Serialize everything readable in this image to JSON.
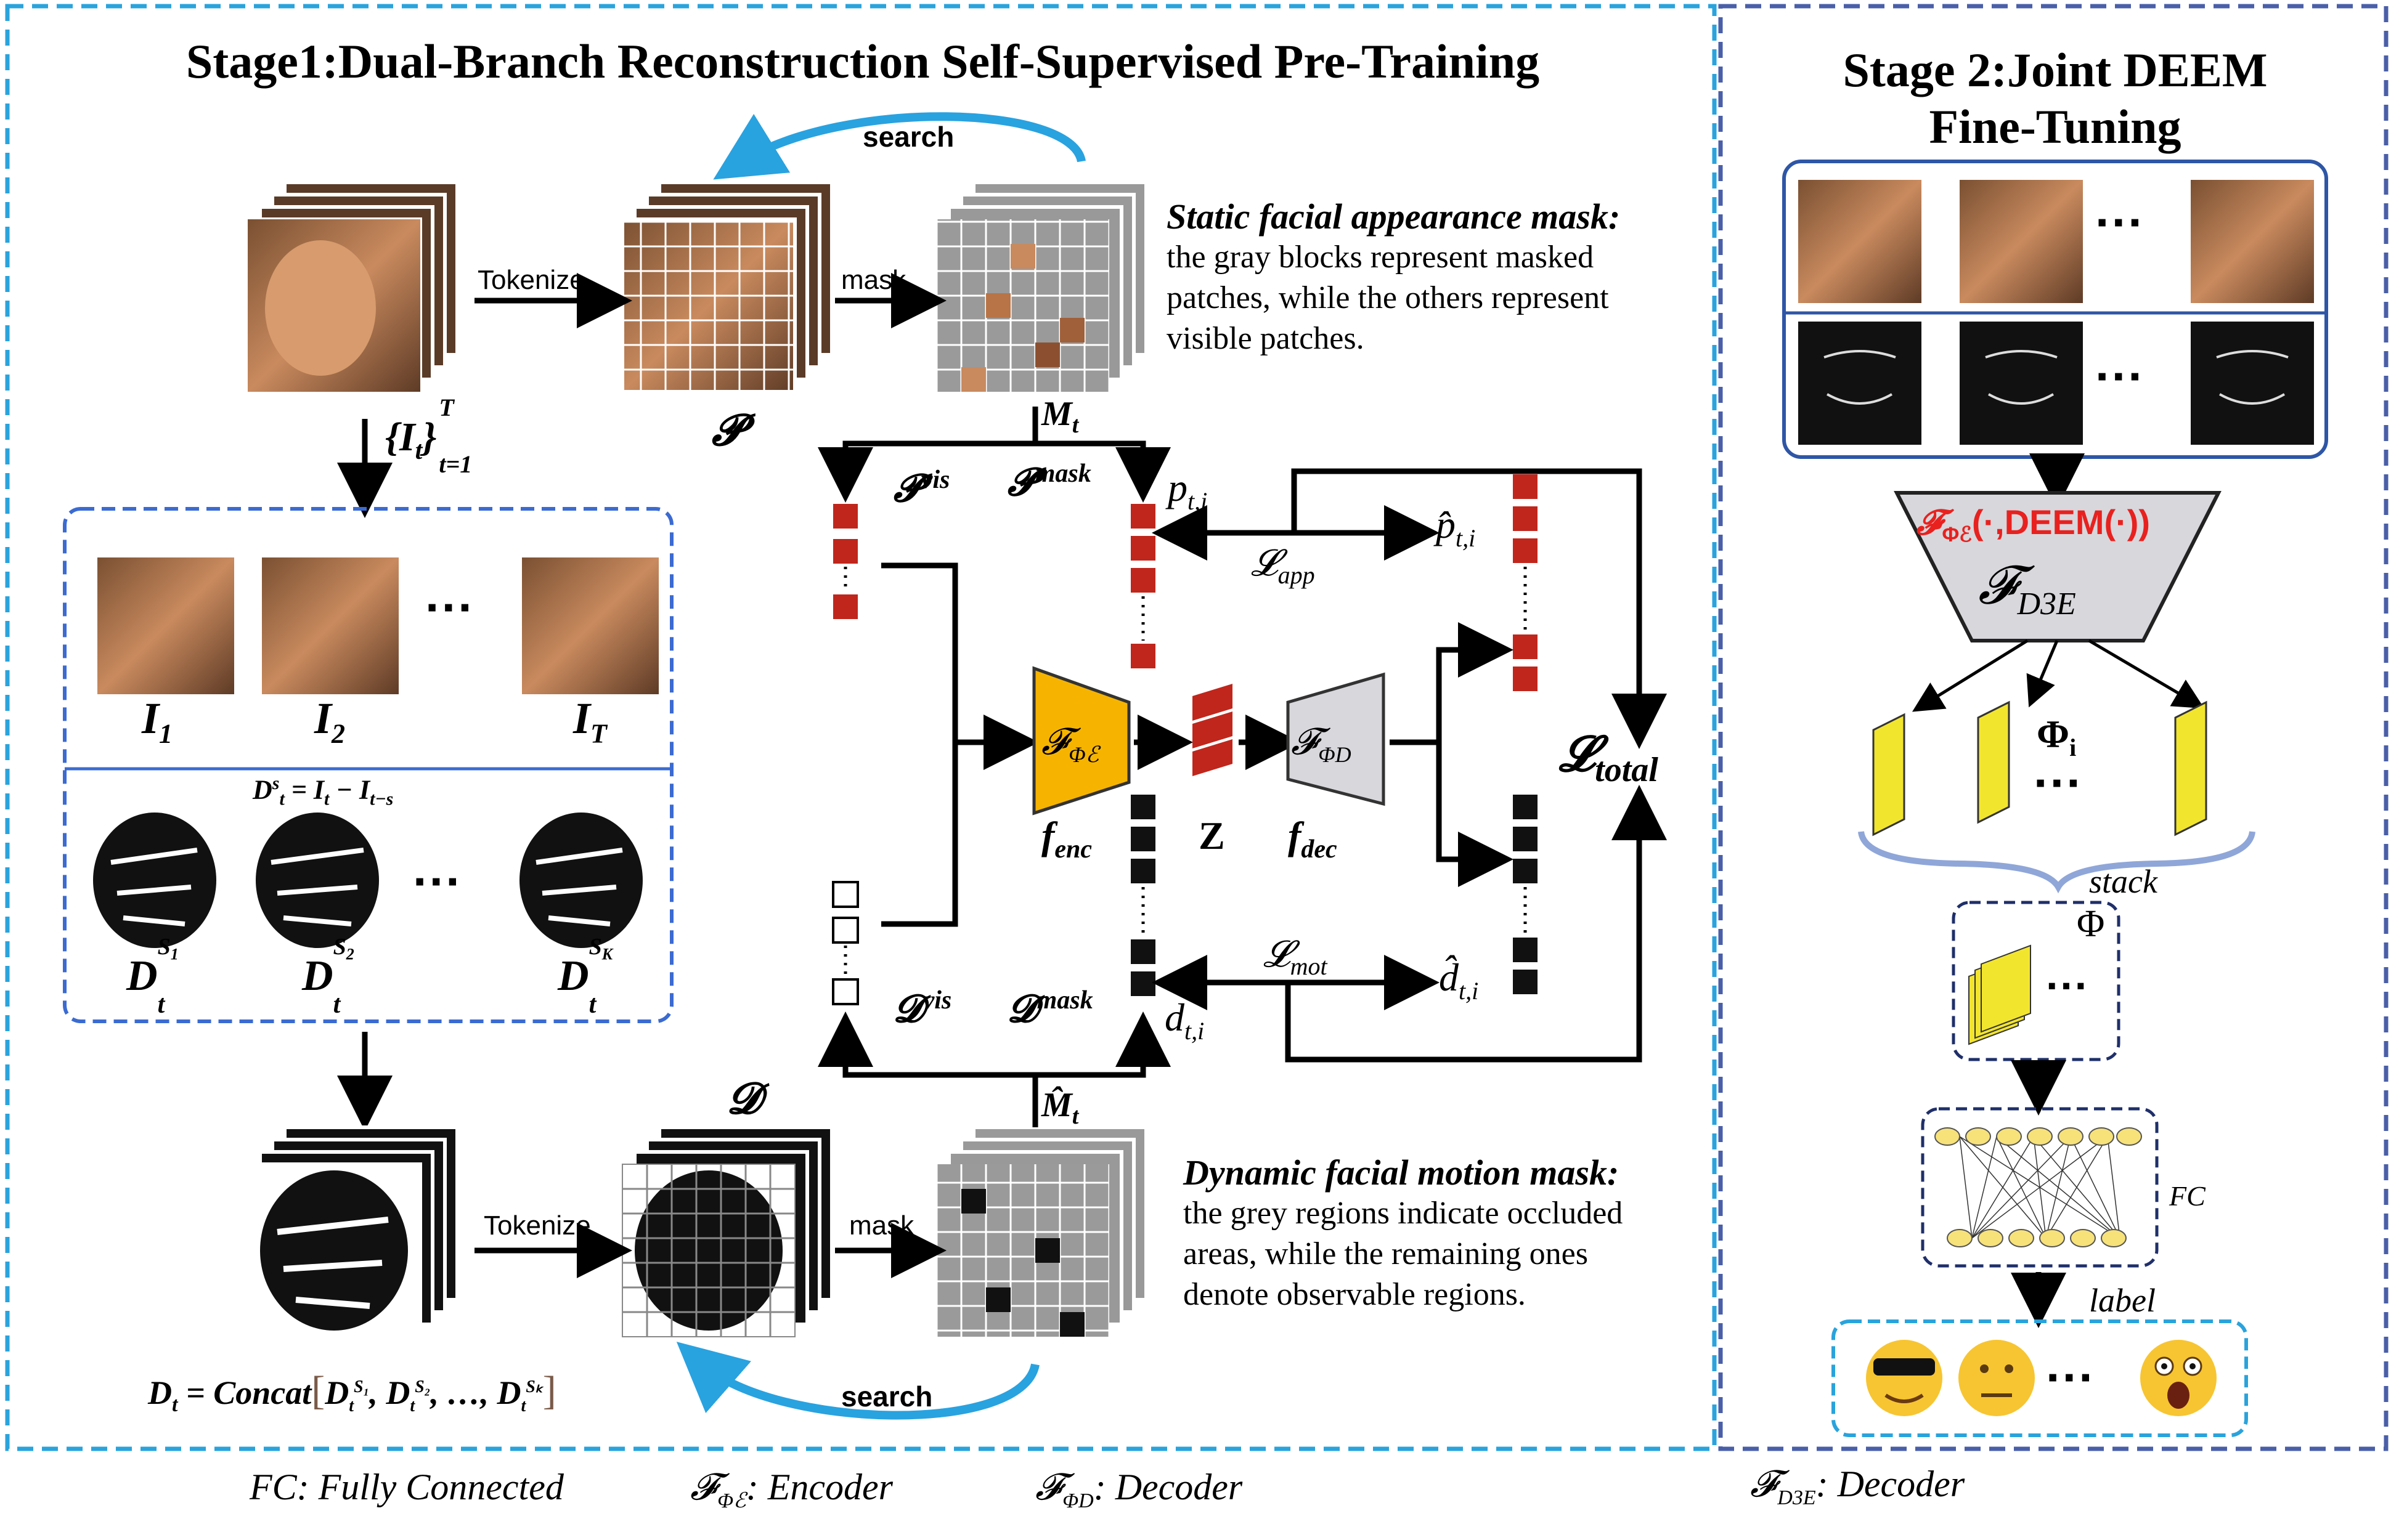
{
  "stage1": {
    "title": "Stage1:Dual-Branch Reconstruction Self-Supervised Pre-Training",
    "tokenize": "Tokenize",
    "mask": "mask",
    "search": "search",
    "frames_set": "{I",
    "frames_set_sub": "t",
    "frames_set_close": "}",
    "frames_set_sup": "T",
    "frames_set_range": "t=1",
    "P": "𝓟",
    "D": "𝓓",
    "Mt": "M",
    "Mt_sub": "t",
    "Mt_hat": "M̂",
    "frame_labels": [
      {
        "base": "I",
        "sub": "1"
      },
      {
        "base": "I",
        "sub": "2"
      },
      {
        "base": "I",
        "sub": "T"
      }
    ],
    "ellipsis": "···",
    "diff_formula": "D",
    "diff_formula_sup": "s",
    "diff_formula_sub": "t",
    "diff_formula_rest": "= I",
    "diff_formula_rest_sub1": "t",
    "diff_formula_minus": " − I",
    "diff_formula_rest_sub2": "t−s",
    "diff_labels": [
      {
        "base": "D",
        "sub": "t",
        "sup": "S",
        "supsub": "1"
      },
      {
        "base": "D",
        "sub": "t",
        "sup": "S",
        "supsub": "2"
      },
      {
        "base": "D",
        "sub": "t",
        "sup": "S",
        "supsub": "K"
      }
    ],
    "concat_prefix": "D",
    "concat_prefix_sub": "t",
    "concat_mid": " = Concat",
    "concat_args": "D",
    "concat_args_sub": "t",
    "concat_args_sup1": "S₁",
    "concat_args_sup2": "S₂",
    "concat_args_supK": "Sₖ",
    "concat_dots": ", …, ",
    "static_title": "Static facial appearance mask:",
    "static_desc": [
      "the gray blocks represent masked",
      "patches, while the others represent",
      "visible patches."
    ],
    "dynamic_title": "Dynamic facial motion mask:",
    "dynamic_desc": [
      "the grey regions indicate occluded",
      "areas, while the remaining ones",
      "denote observable regions."
    ],
    "P_vis": "𝓟",
    "P_vis_sup": "vis",
    "P_mask": "𝓟",
    "P_mask_sup": "mask",
    "D_vis": "𝓓",
    "D_vis_sup": "vis",
    "D_mask": "𝓓",
    "D_mask_sup": "mask",
    "p_ti": "p",
    "p_ti_sub": "t,i",
    "p_hat": "p̂",
    "p_hat_sub": "t,i",
    "d_ti": "d",
    "d_ti_sub": "t,i",
    "d_hat": "d̂",
    "d_hat_sub": "t,i",
    "L_app": "𝓛",
    "L_app_sub": "app",
    "L_mot": "𝓛",
    "L_mot_sub": "mot",
    "L_total": "𝓛",
    "L_total_sub": "total",
    "enc_symbol": "𝓕",
    "enc_sub": "Φℰ",
    "dec_symbol": "𝓕",
    "dec_sub": "ΦD",
    "f_enc": "f",
    "f_enc_sub": "enc",
    "f_dec": "f",
    "f_dec_sub": "dec",
    "Z": "Z"
  },
  "stage2": {
    "title_line1": "Stage 2:Joint DEEM",
    "title_line2": "Fine-Tuning",
    "ellipsis": "···",
    "fn_red": "𝓕",
    "fn_red_sub": "Φℰ",
    "fn_red_args": "(·,DEEM(·))",
    "d3e": "𝓕",
    "d3e_sub": "D3E",
    "phi_i": "Φ",
    "phi_i_sub": "i",
    "stack": "stack",
    "phi": "Φ",
    "fc": "FC",
    "label": "label"
  },
  "legend": {
    "fc": "FC:  Fully Connected",
    "enc": "𝓕",
    "enc_sub": "Φℰ",
    "enc_text": ": Encoder",
    "dec": "𝓕",
    "dec_sub": "ΦD",
    "dec_text": ": Decoder",
    "d3e": "𝓕",
    "d3e_sub": "D3E",
    "d3e_text": ": Decoder"
  },
  "colors": {
    "stage1_border": "#2aa3dc",
    "stage2_border": "#4a5fa8",
    "inner_box": "#3b6bd1",
    "encoder": "#f6b400",
    "decoder": "#d7d7dc",
    "patch_red": "#c0261c",
    "emotion_yellow": "#f7c531",
    "fn_red": "#e8211f",
    "search_arrow": "#29a2e0",
    "phi_yellow": "#f2e52e"
  }
}
